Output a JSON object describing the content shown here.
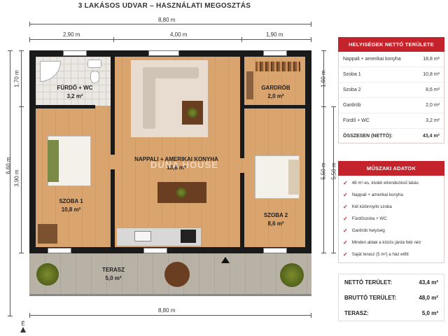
{
  "title": "3 LAKÁSOS UDVAR – HASZNÁLATI MEGOSZTÁS",
  "dimensions": {
    "top_total": "8,80 m",
    "top_segments": [
      "2,90 m",
      "4,00 m",
      "1,90 m"
    ],
    "bottom_total": "8,80 m",
    "left_outer": "6,60 m",
    "left_inner": [
      "1,70 m",
      "3,90 m"
    ],
    "right_outer": "5,50 m",
    "right_inner": [
      "1,60 m",
      "5,50 m"
    ]
  },
  "rooms": {
    "furdo": {
      "name": "FÜRDŐ + WC",
      "area": "3,2 m²"
    },
    "gardrob": {
      "name": "GARDRÓB",
      "area": "2,0 m²"
    },
    "nappali": {
      "name": "NAPPALI + AMERIKAI KONYHA",
      "area": "18,8 m²"
    },
    "szoba1": {
      "name": "SZOBA 1",
      "area": "10,8 m²"
    },
    "szoba2": {
      "name": "SZOBA 2",
      "area": "8,6 m²"
    },
    "terasz": {
      "name": "TERASZ",
      "area": "5,0 m²"
    }
  },
  "watermark": "DUNA HOUSE",
  "north_label": "É",
  "net_area_panel": {
    "title": "HELYISÉGEK NETTÓ TERÜLETE",
    "rows": [
      {
        "label": "Nappali + amerikai konyha",
        "value": "18,8 m²"
      },
      {
        "label": "Szoba 1",
        "value": "10,8 m²"
      },
      {
        "label": "Szoba 2",
        "value": "8,6 m²"
      },
      {
        "label": "Gardrób",
        "value": "2,0 m²"
      },
      {
        "label": "Fürdő + WC",
        "value": "3,2 m²"
      }
    ],
    "total_label": "ÖSSZESEN (NETTÓ):",
    "total_value": "43,4 m²"
  },
  "tech_panel": {
    "title": "MŰSZAKI ADATOK",
    "features": [
      "48 m²-es, kiváló elrendezésű lakás",
      "Nappali + amerikai konyha",
      "Két különnyíló szoba",
      "Fürdőszoba + WC",
      "Gardrób helyiség",
      "Minden ablak a közös járda felé néz",
      "Saját terasz (5 m²) a ház előtt"
    ]
  },
  "summary": [
    {
      "label": "NETTÓ TERÜLET:",
      "value": "43,4 m²"
    },
    {
      "label": "BRUTTÓ TERÜLET:",
      "value": "48,0 m²"
    },
    {
      "label": "TERASZ:",
      "value": "5,0 m²"
    }
  ],
  "colors": {
    "accent": "#c5232b",
    "wood": "#d9a46e",
    "wall": "#1a1a1a"
  }
}
